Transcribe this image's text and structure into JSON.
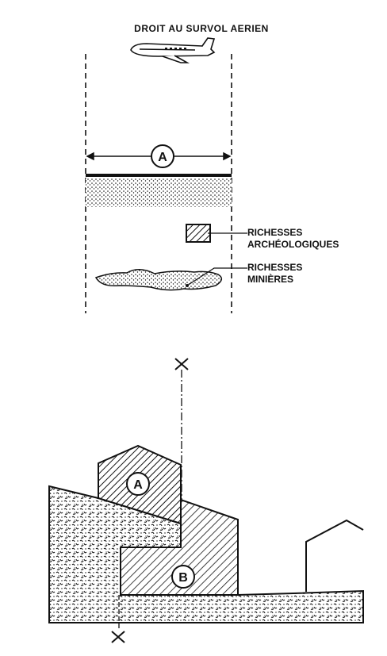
{
  "title": "DROIT AU SURVOL AERIEN",
  "top_diagram": {
    "width_marker": "A",
    "labels": {
      "archaeological_line1": "RICHESSES",
      "archaeological_line2": "ARCHÉOLOGIQUES",
      "mineral_line1": "RICHESSES",
      "mineral_line2": "MINIÈRES"
    }
  },
  "bottom_diagram": {
    "building_a": "A",
    "building_b": "B"
  }
}
